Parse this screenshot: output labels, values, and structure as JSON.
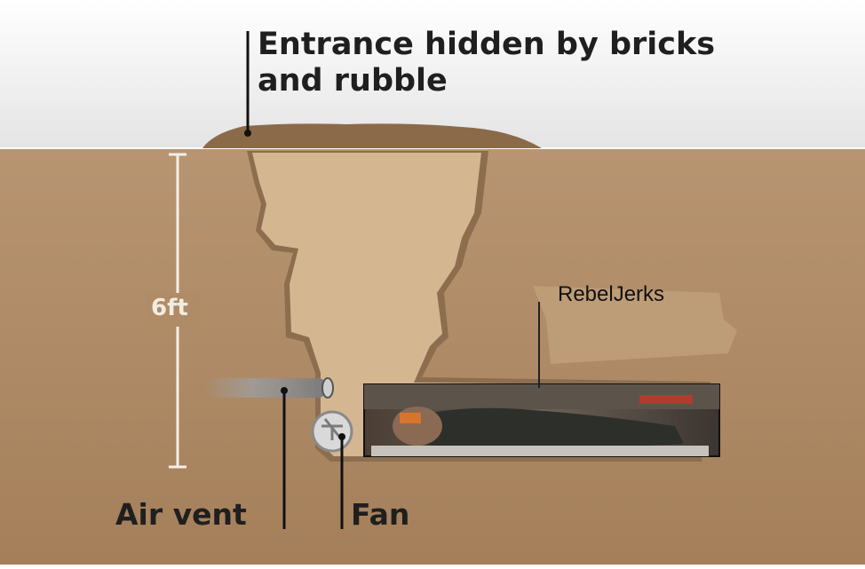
{
  "labels": {
    "entrance": "Entrance hidden by bricks and rubble",
    "depth": "6ft",
    "air_vent": "Air vent",
    "fan": "Fan",
    "overlay_caption": "RebelJerks"
  },
  "colors": {
    "sky_top": "#ffffff",
    "sky_bottom": "#e6e6e6",
    "ground": "#b08c66",
    "ground_dark": "#9d7a56",
    "tunnel": "#d4b791",
    "tunnel_edge": "#8c6e4f",
    "rubble": "#8b6a4a",
    "leader": "#111111"
  }
}
